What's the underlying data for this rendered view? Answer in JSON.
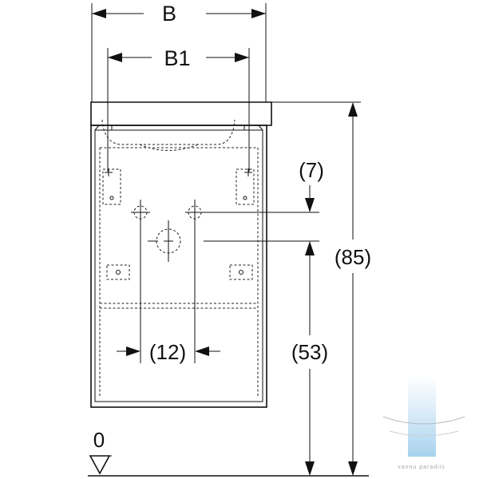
{
  "dimensions": {
    "width_label": "B",
    "inner_width_label": "B1",
    "drain_offset_label": "(7)",
    "total_height_label": "(85)",
    "drain_height_label": "(53)",
    "hole_spacing_label": "(12)",
    "floor_label": "0"
  },
  "watermark": {
    "text": "vannu paradiis"
  },
  "colors": {
    "line": "#111111",
    "watermark": "#4a9fd6"
  }
}
